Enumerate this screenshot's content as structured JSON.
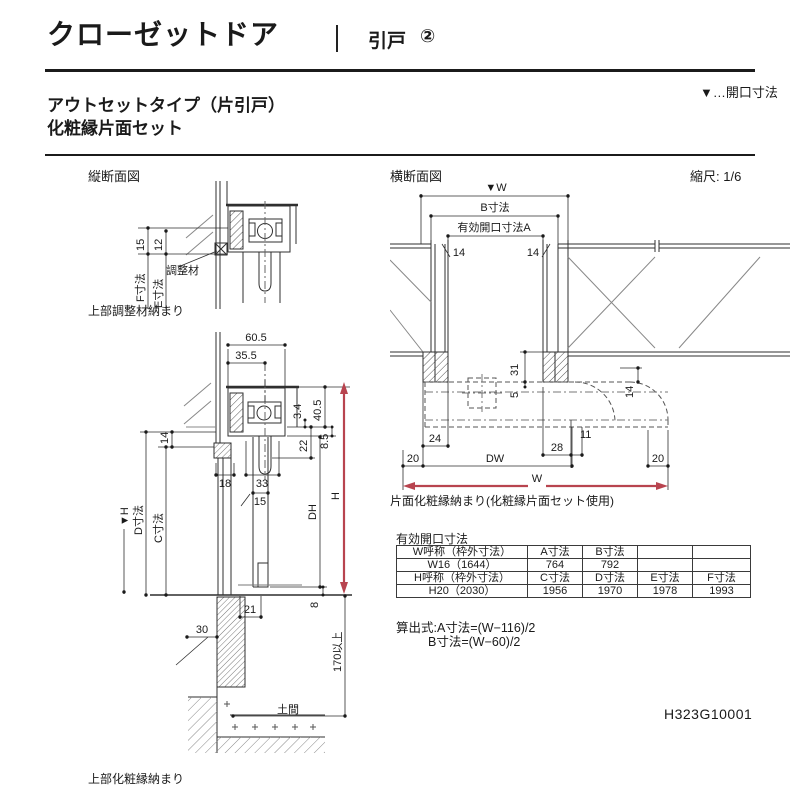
{
  "header": {
    "title": "クローゼットドア",
    "category": "引戸",
    "category_num": "②",
    "legend": "▼…開口寸法",
    "subtitle_line1": "アウトセットタイプ（片引戸）",
    "subtitle_line2": "化粧縁片面セット"
  },
  "sections": {
    "vertical_label": "縦断面図",
    "horizontal_label": "横断面図",
    "scale": "縮尺: 1/6"
  },
  "vertical_section": {
    "top_caption": "上部調整材納まり",
    "bottom_caption": "上部化粧縁納まり",
    "adjust_label": "調整材",
    "doma_label": "土間",
    "dims": {
      "n15": "15",
      "n12": "12",
      "f": "F寸法",
      "e": "E寸法",
      "n605": "60.5",
      "n355": "35.5",
      "n405": "40.5",
      "n34": "3.4",
      "n85": "8.5",
      "n22": "22",
      "n14": "14",
      "n18": "18",
      "n33": "33",
      "n15b": "15",
      "hdatum": "▼H",
      "d": "D寸法",
      "c": "C寸法",
      "dh": "DH",
      "h": "H",
      "n8": "8",
      "n21": "21",
      "n30": "30",
      "n170": "170以上"
    }
  },
  "horizontal_section": {
    "caption": "片面化粧縁納まり(化粧縁片面セット使用)",
    "dims": {
      "wdatum": "▼W",
      "b": "B寸法",
      "a": "有効開口寸法A",
      "n14l": "14",
      "n14r": "14",
      "n31": "31",
      "n5": "5",
      "n14c": "14",
      "n24": "24",
      "n28": "28",
      "n11": "11",
      "n20l": "20",
      "dw": "DW",
      "n20r": "20",
      "w": "W"
    }
  },
  "table": {
    "title": "有効開口寸法",
    "rows": [
      [
        "W呼称（枠外寸法）",
        "A寸法",
        "B寸法",
        "",
        ""
      ],
      [
        "W16（1644）",
        "764",
        "792",
        "",
        ""
      ],
      [
        "H呼称（枠外寸法）",
        "C寸法",
        "D寸法",
        "E寸法",
        "F寸法"
      ],
      [
        "H20（2030）",
        "1956",
        "1970",
        "1978",
        "1993"
      ]
    ]
  },
  "formulas": {
    "line1": "算出式:A寸法=(W−116)/2",
    "line2": "B寸法=(W−60)/2"
  },
  "footer": {
    "doc_number": "H323G10001"
  },
  "colors": {
    "accent_red": "#b8444f",
    "line": "#2f2f2f"
  }
}
